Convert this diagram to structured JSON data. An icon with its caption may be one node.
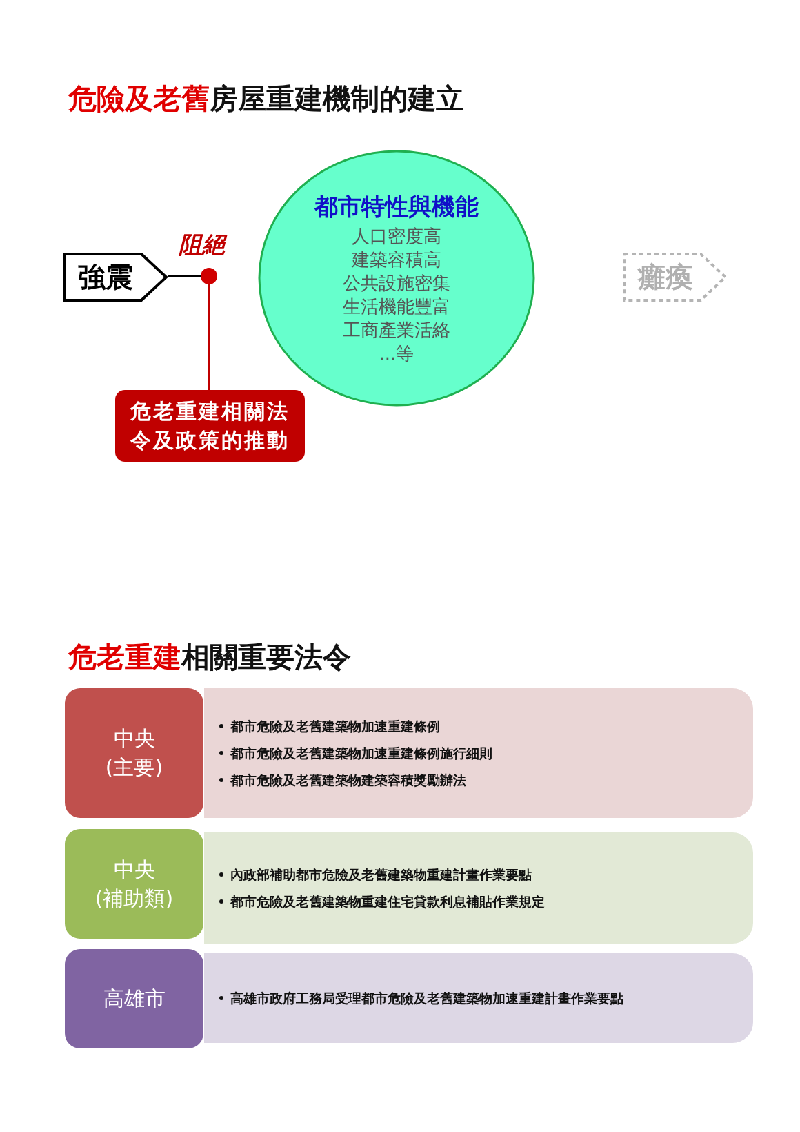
{
  "diagram": {
    "nodes": [
      {
        "text": [
          "強震"
        ]
      },
      {
        "text": [
          "都市特性與機能",
          "人口密度高",
          "建築容積高",
          "公共設施密集",
          "生活機能豐富",
          "工商產業活絡",
          "...等"
        ]
      },
      {
        "text": [
          "癱瘓"
        ]
      },
      {
        "text": [],
        "shape": "circle",
        "beside": [
          "阻絕"
        ]
      },
      {
        "text": [
          "危老重建相關法令及政策的推動"
        ]
      },
      {
        "text": [
          "中央 (主要)"
        ]
      },
      {
        "text": [
          "都市危險及老舊建築物加速重建條例",
          "都市危險及老舊建築物加速重建條例施行細則",
          "都市危險及老舊建築物建築容積獎勵辦法"
        ]
      },
      {
        "text": [
          "中央 (補助類)"
        ]
      },
      {
        "text": [
          "內政部補助都市危險及老舊建築物重建計畫作業要點",
          "都市危險及老舊建築物重建住宅貸款利息補貼作業規定"
        ]
      },
      {
        "text": [
          "高雄市"
        ]
      },
      {
        "text": [
          "高雄市政府工務局受理都市危險及老舊建築物加速重建計畫作業要點"
        ]
      }
    ],
    "edges": [
      {
        "from": 0,
        "to": 3,
        "arrow": "none"
      },
      {
        "from": 3,
        "to": 4,
        "arrow": "none",
        "color": "#c00000"
      }
    ],
    "labels": [
      "危險及老舊",
      "房屋重建機制的建立",
      "危老重建",
      "相關重要法令"
    ]
  }
}
